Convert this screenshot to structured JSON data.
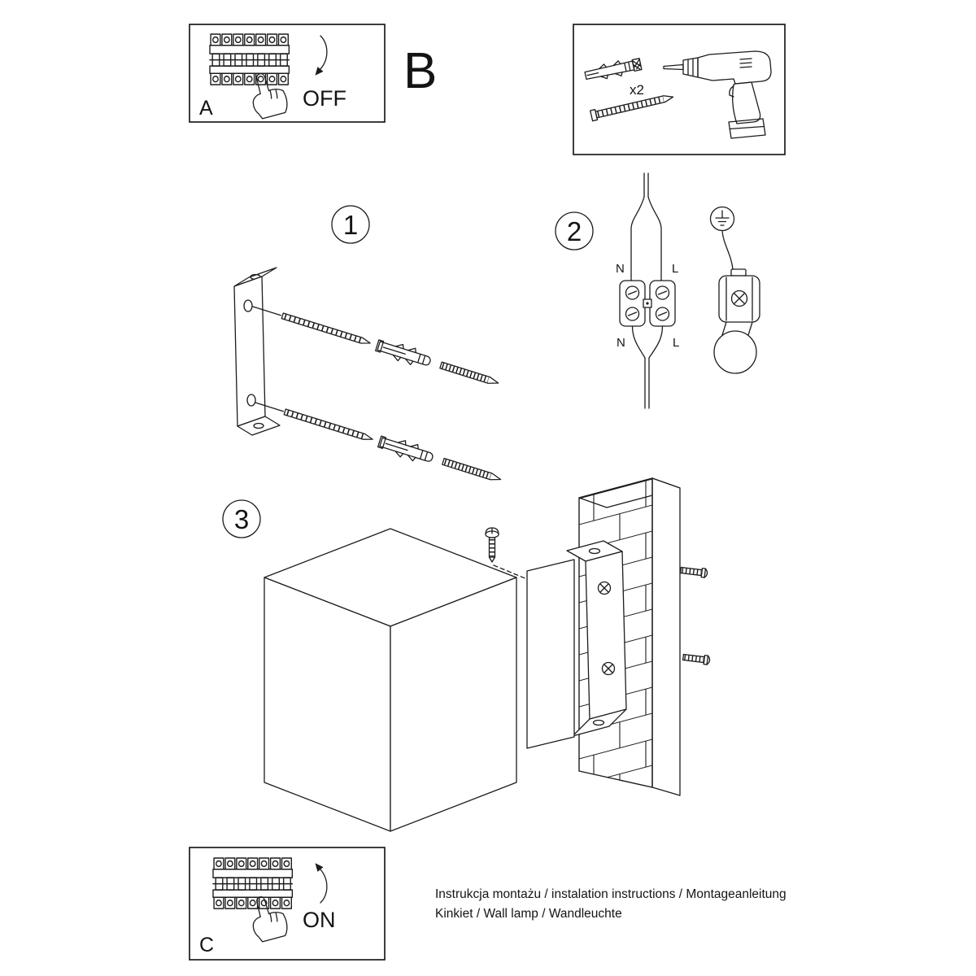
{
  "colors": {
    "ink": "#1c1c1c",
    "paper": "#ffffff"
  },
  "labels": {
    "panel_a": "A",
    "panel_b": "B",
    "panel_c": "C",
    "off": "OFF",
    "on": "ON",
    "anchor_qty": "x2",
    "step1": "1",
    "step2": "2",
    "step3": "3",
    "wire_n_top": "N",
    "wire_l_top": "L",
    "wire_n_bottom": "N",
    "wire_l_bottom": "L"
  },
  "footer": {
    "line1": "Instrukcja montażu / instalation instructions / Montageanleitung",
    "line2": "Kinkiet / Wall lamp / Wandleuchte"
  }
}
